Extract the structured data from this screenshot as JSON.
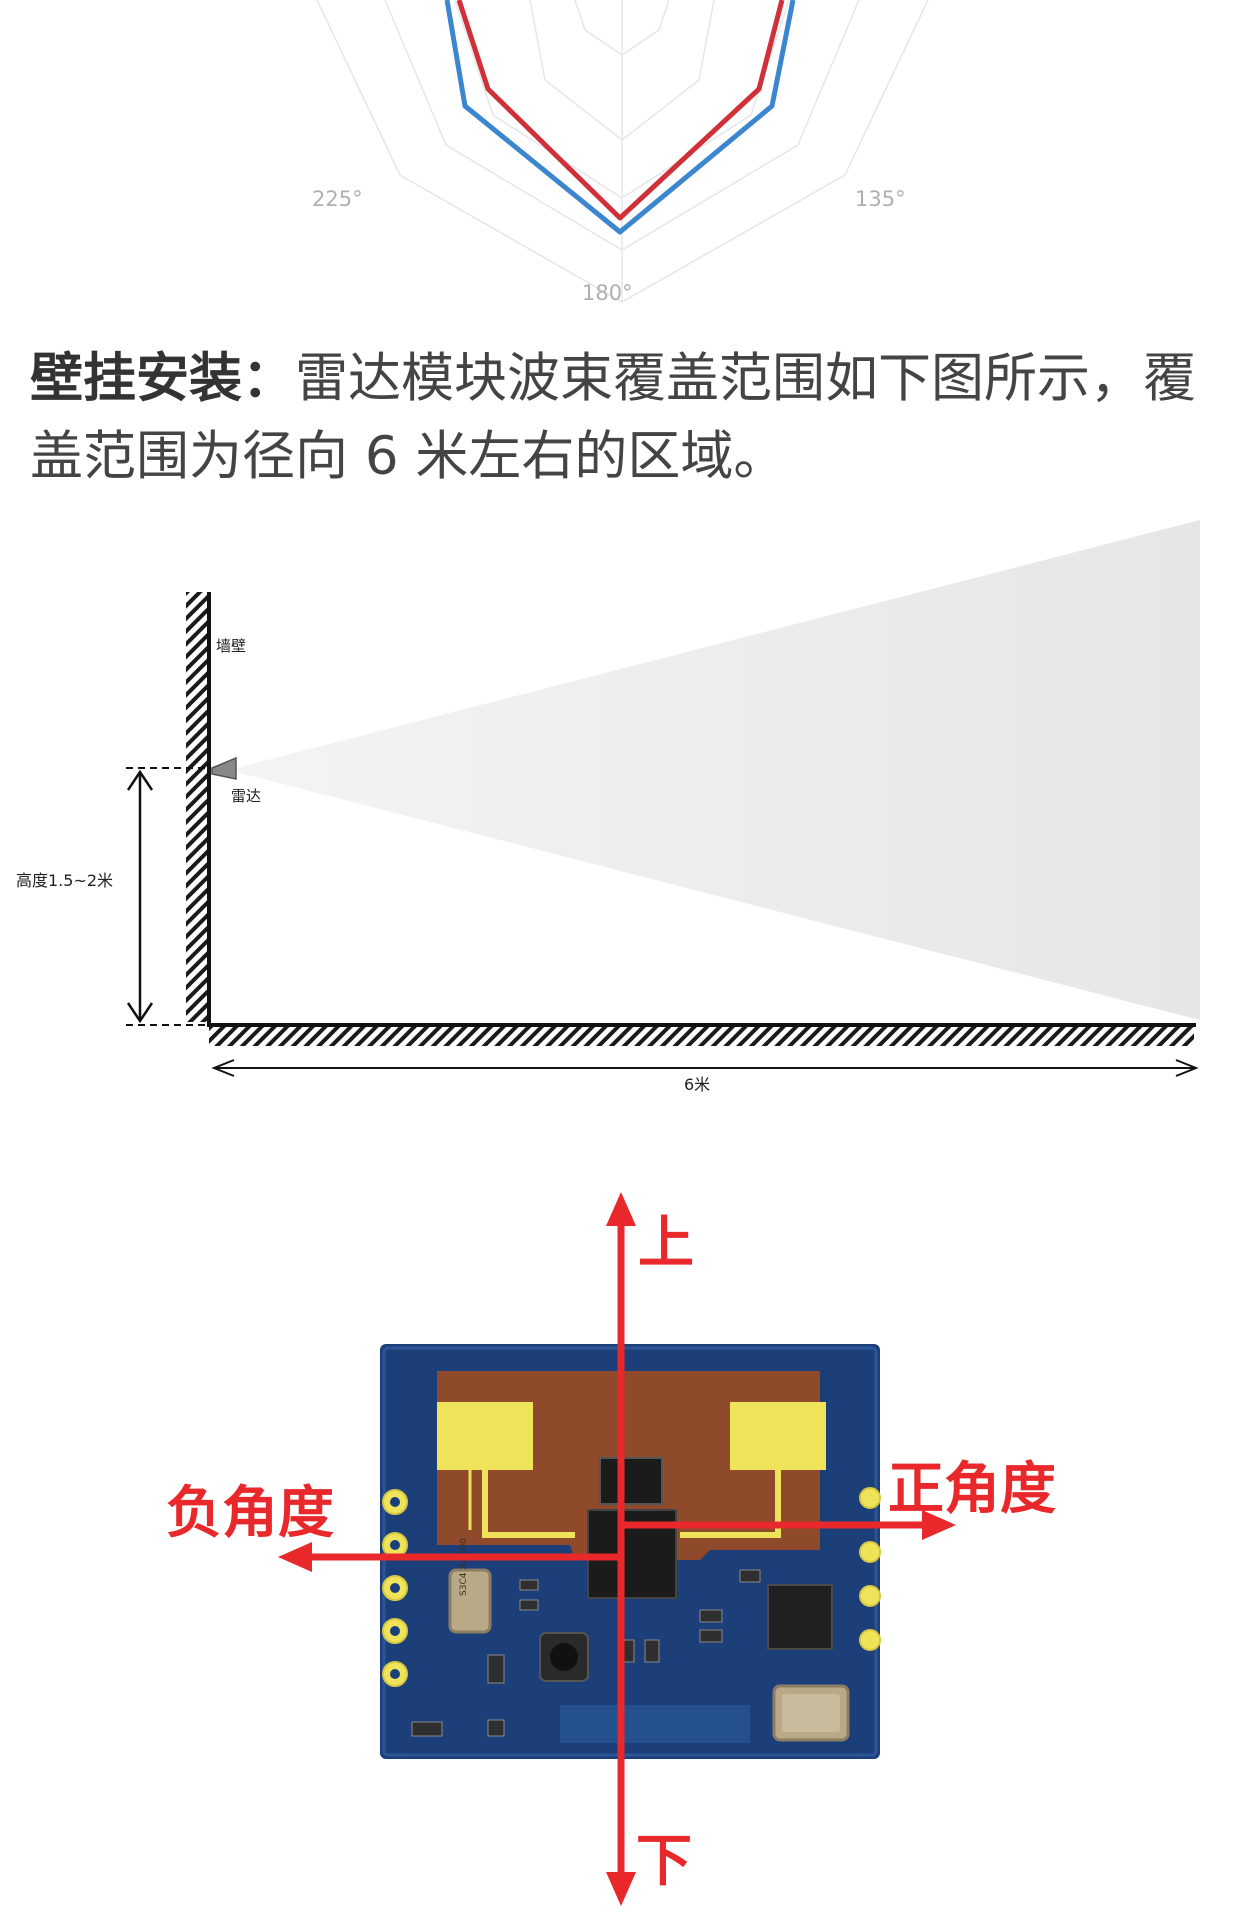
{
  "polar": {
    "angle_labels": [
      "225°",
      "135°",
      "180°"
    ],
    "series_colors": [
      "#d03038",
      "#3c86cf"
    ]
  },
  "intro": {
    "lead": "壁挂安装：",
    "body": "雷达模块波束覆盖范围如下图所示，覆盖范围为径向 6 米左右的区域。"
  },
  "install": {
    "wall_label": "墙壁",
    "radar_label": "雷达",
    "height_label": "高度1.5~2米",
    "distance_label": "6米"
  },
  "module": {
    "up_label": "上",
    "down_label": "下",
    "negative_label": "负角度",
    "positive_label": "正角度",
    "chip_marking": "S3C4\n32.000",
    "arrow_color": "#e8282a"
  }
}
